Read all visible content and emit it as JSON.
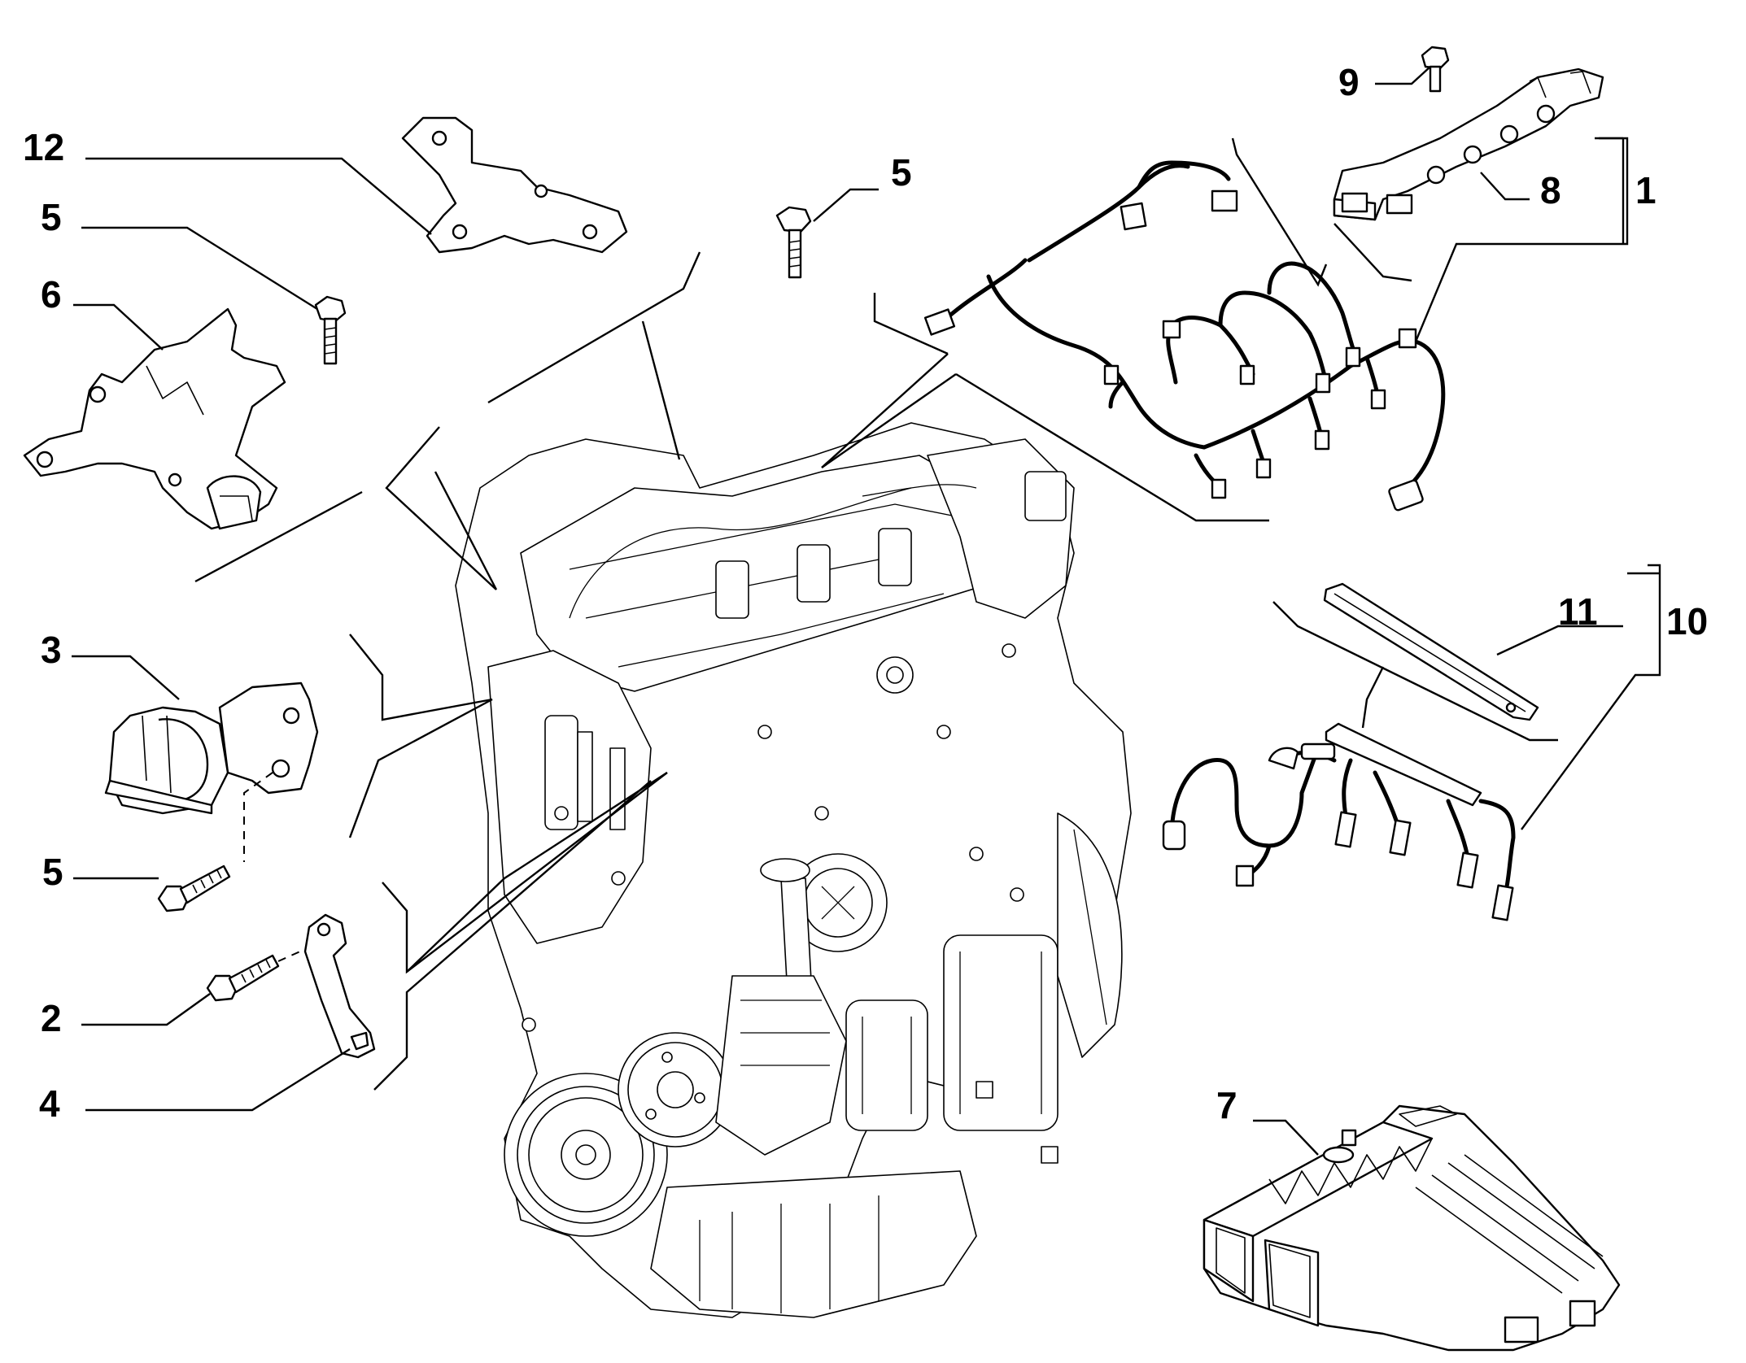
{
  "callouts": {
    "c1": "1",
    "c2": "2",
    "c3": "3",
    "c4": "4",
    "c5a": "5",
    "c5b": "5",
    "c5c": "5",
    "c6": "6",
    "c7": "7",
    "c8": "8",
    "c9": "9",
    "c10": "10",
    "c11": "11",
    "c12": "12"
  },
  "colors": {
    "line": "#000000",
    "background": "#ffffff"
  }
}
